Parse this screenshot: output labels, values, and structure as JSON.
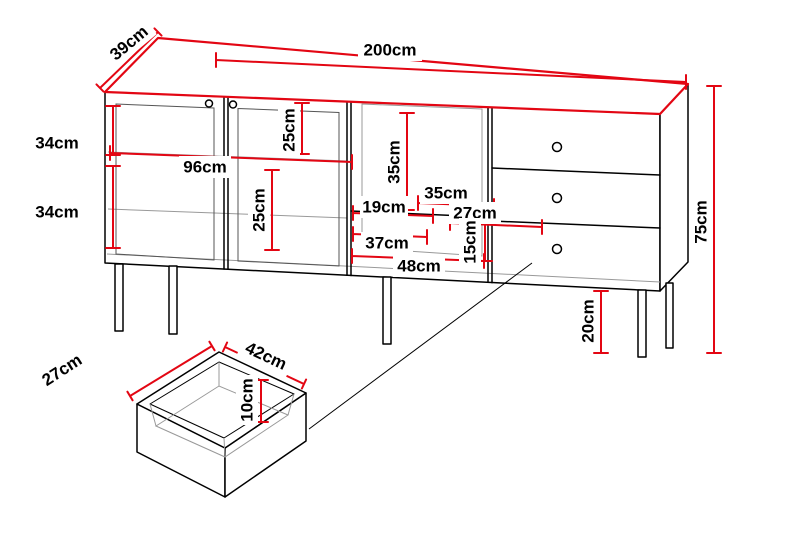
{
  "diagram": {
    "type": "furniture-dimension-diagram",
    "accent_color": "#e30613",
    "line_color": "#000000",
    "cabinet": {
      "width": "200cm",
      "depth": "39cm",
      "height": "75cm",
      "leg_height": "20cm",
      "left_upper_clearance": "34cm",
      "left_lower_clearance": "34cm",
      "door_section_width": "96cm",
      "upper_shelf_height": "25cm",
      "lower_shelf_height": "25cm",
      "middle_clearance": "35cm",
      "middle_small_width": "19cm",
      "middle_width": "35cm",
      "drawer_front_width": "27cm",
      "middle_lower_width": "37cm",
      "drawer_inner_height": "15cm",
      "middle_total_width": "48cm"
    },
    "drawer": {
      "depth": "27cm",
      "width": "42cm",
      "height": "10cm"
    }
  }
}
